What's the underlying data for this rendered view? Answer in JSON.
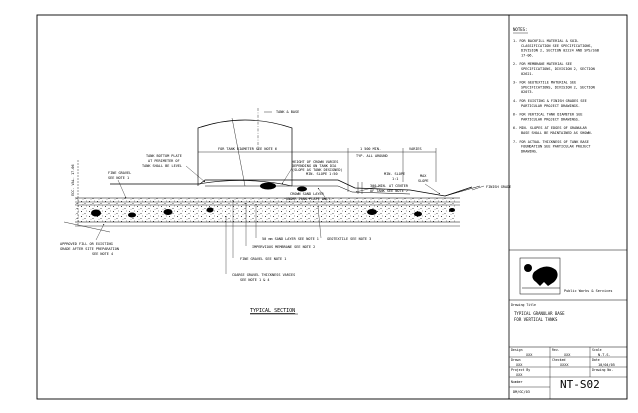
{
  "drawing": {
    "labels": {
      "tank_and_base": "TANK & BASE",
      "tank_diameter": "FOR TANK DIAMETER SEE NOTE 6",
      "tank_bottom_plate": "TANK BOTTOM PLATE",
      "tank_bottom_plate_2": "AT PERIMETER OF",
      "tank_bottom_plate_3": "TANK SHALL BE LEVEL",
      "height_crown": "HEIGHT OF CROWN VARIES",
      "height_crown_2": "DEPENDING ON TANK DIA",
      "height_crown_3": "(SLOPE AS TANK DESIGNED)",
      "height_crown_4": "MIN. SLOPE 1:50",
      "dim_1500": "1 500 MIN.",
      "typ_all_around": "TYP. ALL AROUND",
      "varies": "VARIES",
      "min_slope": "MIN. SLOPE",
      "slope_ratio": "1:1",
      "fine_gravel_note": "FINE GRAVEL",
      "fine_gravel_note_2": "SEE NOTE 1",
      "ecc_label": "ECC. VAL. 17-06",
      "crown_sand_layer": "CROWN SAND LAYER",
      "under_tank_plate": "UNDER TANK PLATE ONLY",
      "dim_300": "300 MIN. AT CENTER",
      "dim_300_2": "OF TANK SEE NOTE 7",
      "max_slope": "MAX",
      "max_slope_2": "SLOPE",
      "finish_grade": "FINISH GRADE",
      "approved_fill": "APPROVED FILL OR EXISTING",
      "approved_fill_2": "GRADE AFTER SITE PREPARATION",
      "approved_fill_3": "SEE NOTE 4",
      "sand_layer": "50 mm SAND LAYER SEE NOTE 1",
      "geotextile": "GEOTEXTILE SEE NOTE 3",
      "membrane": "IMPERVIOUS MEMBRANE SEE NOTE 2",
      "fine_gravel": "FINE GRAVEL SEE NOTE 1",
      "coarse_gravel": "COARSE GRAVEL THICKNESS VARIES",
      "coarse_gravel_2": "SEE NOTE 1 & 4",
      "section_title": "TYPICAL SECTION"
    }
  },
  "notes": {
    "title": "NOTES:",
    "items": [
      "1- FOR BACKFILL MATERIAL & SOIL CLASSIFICATION SEE SPECIFICATIONS, DIVISION 2, SECTION 02224 AND SPS/SGB 17-06.",
      "2- FOR MEMBRANE MATERIAL SEE SPECIFICATIONS, DIVISION 2, SECTION 02621.",
      "3- FOR GEOTEXTILE MATERIAL SEE SPECIFICATIONS, DIVISION 2, SECTION 02073.",
      "4- FOR EXISTING & FINISH GRADES SEE PARTICULAR PROJECT DRAWINGS.",
      "6- FOR VERTICAL TANK DIAMETER SEE PARTICULAR PROJECT DRAWINGS.",
      "6- MIN. SLOPES AT EDGES OF GRANULAR BASE SHALL BE MAINTAINED AS SHOWN.",
      "7- FOR ACTUAL THICKNESS OF TANK BASE FOUNDATION SEE PARTICULAR PROJECT DRAWING."
    ]
  },
  "title_block": {
    "org": "Public Works & Services",
    "drawing_title_label": "Drawing Title",
    "drawing_title_1": "TYPICAL GRANULAR BASE",
    "drawing_title_2": "FOR VERTICAL TANKS",
    "design_label": "Design",
    "design_value": "XXX",
    "rev_label": "Rev.",
    "rev_value": "XXX",
    "scale_label": "Scale",
    "scale_value": "N.T.S.",
    "drawn_label": "Drawn",
    "drawn_value": "XXX",
    "checked_label": "Checked",
    "checked_value": "XXXX",
    "date_label": "Date",
    "date_value": "10/04/05",
    "project_label": "Project By",
    "project_value": "XXX",
    "drawing_no_label": "Drawing No.",
    "drawing_no": "NT-S02",
    "number_label": "Number",
    "number_value": "DM/GC/03"
  }
}
